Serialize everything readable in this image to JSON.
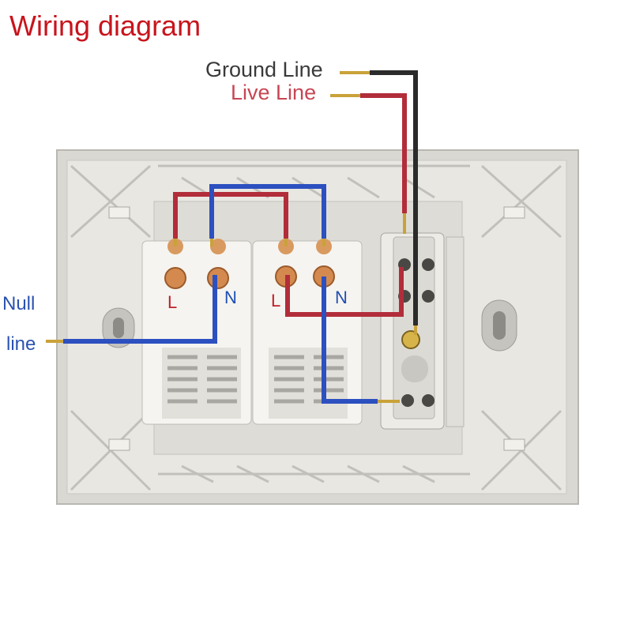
{
  "title": "Wiring diagram",
  "wires": {
    "ground_label": "Ground Line",
    "live_label": "Live Line",
    "null_label_line1": "Null",
    "null_label_line2": "line"
  },
  "terminals": {
    "socket1_live": "L",
    "socket1_neutral": "N",
    "socket2_live": "L",
    "socket2_neutral": "N"
  },
  "colors": {
    "title": "#c8141c",
    "ground_wire": "#2b2b2b",
    "live_wire": "#b22d3a",
    "neutral_wire": "#2c50c0",
    "copper_tip": "#c9a23a",
    "plate": "#e4e2dc"
  }
}
